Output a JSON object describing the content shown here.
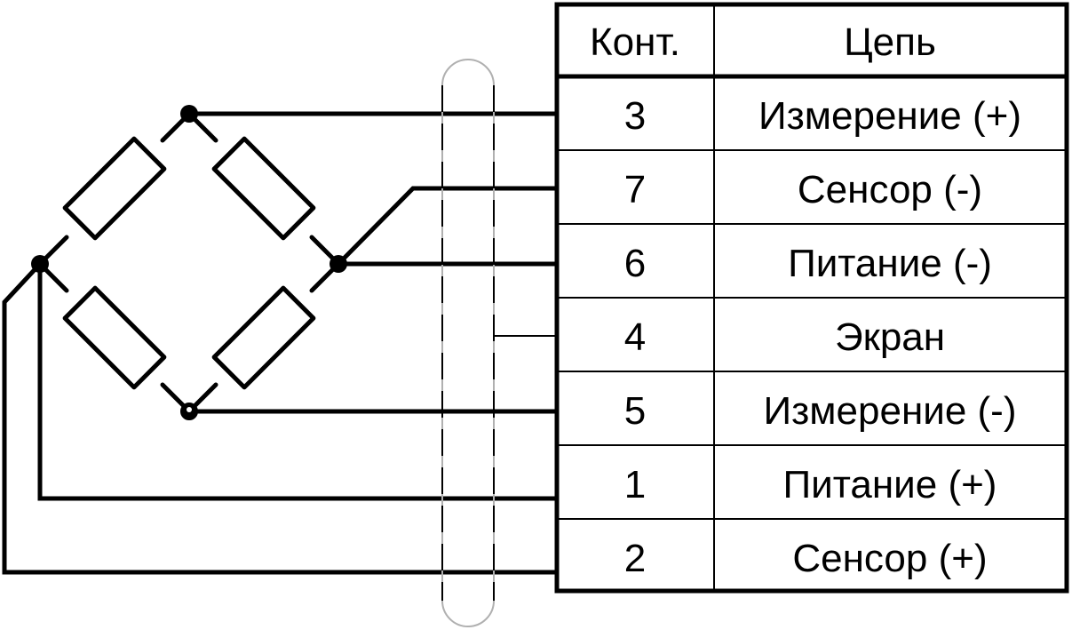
{
  "table": {
    "headers": {
      "contact": "Конт.",
      "circuit": "Цепь"
    },
    "rows": [
      {
        "contact": "3",
        "circuit": "Измерение (+)"
      },
      {
        "contact": "7",
        "circuit": "Сенсор (-)"
      },
      {
        "contact": "6",
        "circuit": "Питание (-)"
      },
      {
        "contact": "4",
        "circuit": "Экран"
      },
      {
        "contact": "5",
        "circuit": "Измерение (-)"
      },
      {
        "contact": "1",
        "circuit": "Питание (+)"
      },
      {
        "contact": "2",
        "circuit": "Сенсор (+)"
      }
    ]
  },
  "colors": {
    "line": "#000000",
    "background": "#ffffff"
  }
}
